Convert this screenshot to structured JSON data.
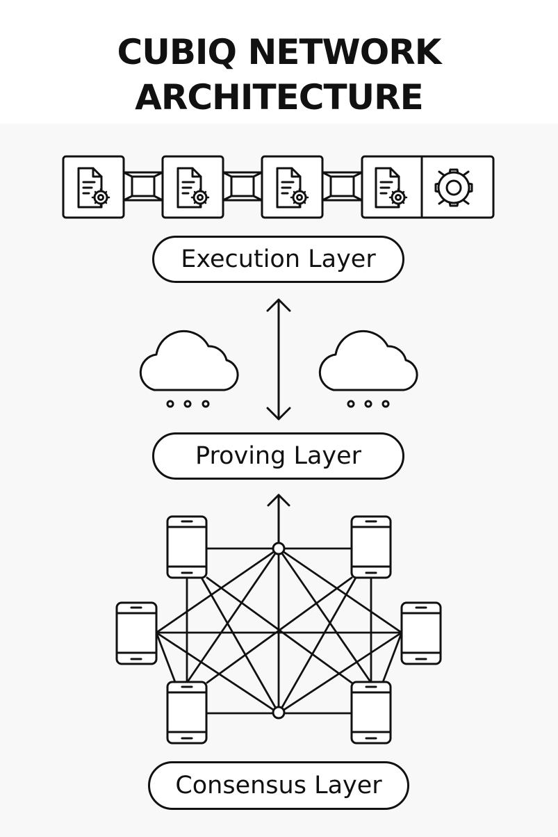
{
  "title": {
    "line1": "CUBIQ NETWORK",
    "line2": "ARCHITECTURE"
  },
  "layers": {
    "execution": "Execution Layer",
    "proving": "Proving Layer",
    "consensus": "Consensus Layer"
  },
  "colors": {
    "stroke": "#111111",
    "background": "#ffffff",
    "panel": "#f8f8f8"
  },
  "icons": {
    "block": "document-gear-icon",
    "settings": "gear-icon",
    "cloud": "cloud-icon",
    "node": "phone-node-icon"
  }
}
